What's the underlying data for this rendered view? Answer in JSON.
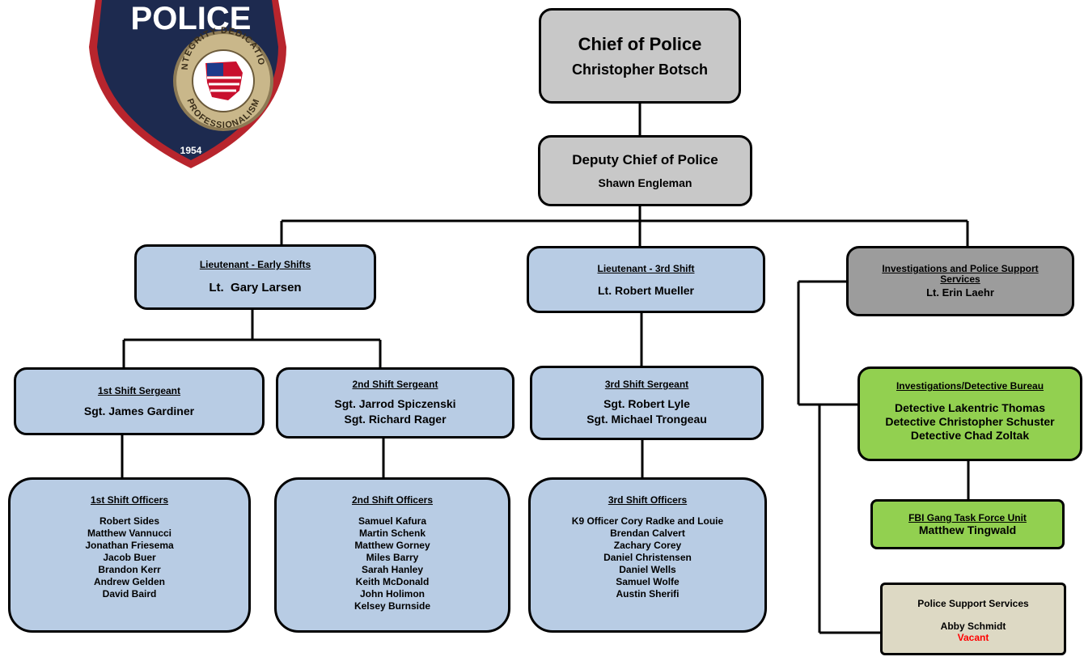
{
  "badge": {
    "text": "POLICE",
    "ring_top": "INTEGRITY DEDICATION",
    "ring_bottom": "PROFESSIONALISM",
    "year": "1954"
  },
  "chief": {
    "title": "Chief of Police",
    "name": "Christopher Botsch"
  },
  "deputy": {
    "title": "Deputy Chief of Police",
    "name": "Shawn Engleman"
  },
  "lt_early": {
    "title": "Lieutenant - Early Shifts",
    "name": "Lt.  Gary Larsen"
  },
  "lt_third": {
    "title": "Lieutenant - 3rd Shift",
    "name": "Lt. Robert Mueller"
  },
  "investigations": {
    "title": "Investigations and Police Support Services",
    "name": "Lt. Erin Laehr"
  },
  "sgt1": {
    "title": "1st Shift Sergeant",
    "names": [
      "Sgt. James Gardiner"
    ]
  },
  "sgt2": {
    "title": "2nd Shift Sergeant",
    "names": [
      "Sgt. Jarrod Spiczenski",
      "Sgt. Richard Rager"
    ]
  },
  "sgt3": {
    "title": "3rd Shift Sergeant",
    "names": [
      "Sgt. Robert Lyle",
      "Sgt. Michael Trongeau"
    ]
  },
  "officers1": {
    "title": "1st Shift Officers",
    "names": [
      "Robert Sides",
      "Matthew Vannucci",
      "Jonathan Friesema",
      "Jacob Buer",
      "Brandon Kerr",
      "Andrew Gelden",
      "David Baird"
    ]
  },
  "officers2": {
    "title": "2nd Shift Officers",
    "names": [
      "Samuel Kafura",
      "Martin Schenk",
      "Matthew Gorney",
      "Miles Barry",
      "Sarah Hanley",
      "Keith McDonald",
      "John Holimon",
      "Kelsey Burnside"
    ]
  },
  "officers3": {
    "title": "3rd Shift Officers",
    "names": [
      "K9 Officer Cory Radke and Louie",
      "Brendan Calvert",
      "Zachary Corey",
      "Daniel Christensen",
      "Daniel Wells",
      "Samuel Wolfe",
      "Austin Sherifi"
    ]
  },
  "detective": {
    "title": "Investigations/Detective Bureau",
    "names": [
      "Detective Lakentric Thomas",
      "Detective Christopher Schuster",
      "Detective Chad Zoltak"
    ]
  },
  "fbi": {
    "title": "FBI Gang Task Force Unit",
    "name": "Matthew Tingwald"
  },
  "support": {
    "title": "Police Support Services",
    "name": "Abby Schmidt",
    "vacant": "Vacant"
  },
  "colors": {
    "gray": "#c8c8c8",
    "dark_gray": "#9c9c9c",
    "blue": "#b8cce4",
    "green": "#92d050",
    "tan": "#ddd9c4",
    "vacant_red": "#ff0000"
  }
}
